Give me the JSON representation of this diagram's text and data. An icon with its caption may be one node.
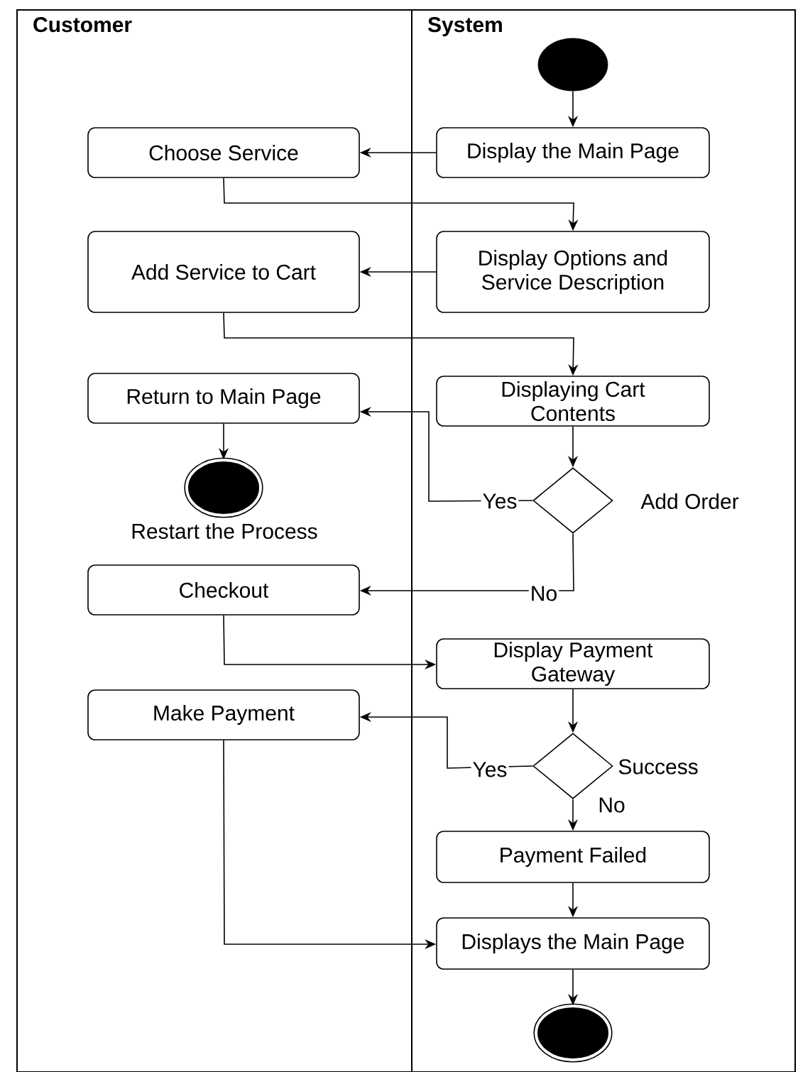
{
  "diagram": {
    "nodes": [
      {
        "text": [
          "Customer"
        ]
      },
      {
        "text": [
          "System"
        ]
      },
      {
        "text": [],
        "shape": "circle",
        "in": 1
      },
      {
        "text": [
          "Display the Main Page"
        ],
        "in": 1
      },
      {
        "text": [
          "Choose Service"
        ],
        "in": 0
      },
      {
        "text": [
          "Display Options and Service Description"
        ],
        "in": 1
      },
      {
        "text": [
          "Add Service to Cart"
        ],
        "in": 0
      },
      {
        "text": [
          "Displaying Cart Contents"
        ],
        "in": 1
      },
      {
        "text": [
          "Return to Main Page"
        ],
        "in": 0
      },
      {
        "text": [],
        "shape": "circle",
        "beside": [
          "Restart the Process"
        ],
        "in": 0
      },
      {
        "text": [],
        "shape": "diamond",
        "beside": [
          "Add Order"
        ],
        "in": 1
      },
      {
        "text": [
          "Checkout"
        ],
        "in": 0
      },
      {
        "text": [
          "Display Payment Gateway"
        ],
        "in": 1
      },
      {
        "text": [
          "Make Payment"
        ],
        "in": 0
      },
      {
        "text": [],
        "shape": "diamond",
        "beside": [
          "Success"
        ],
        "in": 1
      },
      {
        "text": [
          "Payment Failed"
        ],
        "in": 1
      },
      {
        "text": [
          "Displays the Main Page"
        ],
        "in": 1
      },
      {
        "text": [],
        "shape": "circle",
        "in": 1
      }
    ],
    "edges": [
      {
        "from": 2,
        "to": 3,
        "arrow": "to"
      },
      {
        "from": 3,
        "to": 4,
        "arrow": "to"
      },
      {
        "from": 4,
        "to": 5,
        "arrow": "to"
      },
      {
        "from": 5,
        "to": 6,
        "arrow": "to"
      },
      {
        "from": 6,
        "to": 7,
        "arrow": "to"
      },
      {
        "from": 7,
        "to": 10,
        "arrow": "to"
      },
      {
        "from": 10,
        "to": 8,
        "arrow": "to",
        "label": "Yes"
      },
      {
        "from": 8,
        "to": 9,
        "arrow": "to"
      },
      {
        "from": 10,
        "to": 11,
        "arrow": "to",
        "label": "No"
      },
      {
        "from": 11,
        "to": 12,
        "arrow": "to"
      },
      {
        "from": 12,
        "to": 14,
        "arrow": "to"
      },
      {
        "from": 14,
        "to": 13,
        "arrow": "to",
        "label": "Yes"
      },
      {
        "from": 14,
        "to": 15,
        "arrow": "to",
        "label": "No"
      },
      {
        "from": 15,
        "to": 16,
        "arrow": "to"
      },
      {
        "from": 13,
        "to": 16,
        "arrow": "to"
      },
      {
        "from": 16,
        "to": 17,
        "arrow": "to"
      }
    ]
  }
}
